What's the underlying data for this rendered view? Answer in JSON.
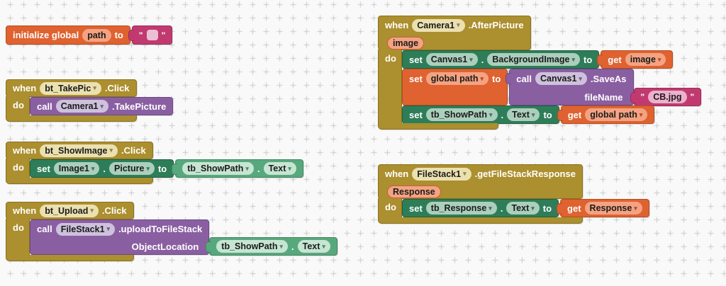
{
  "workspace": {
    "background": "#f9f9f9",
    "grid_mark_color": "#c9c9c9"
  },
  "keywords": {
    "when": "when",
    "do": "do",
    "set": "set",
    "call": "call",
    "get": "get",
    "to": "to",
    "dot": ".",
    "quote": "\""
  },
  "icons": {
    "dropdown": "▾"
  },
  "colors": {
    "event_gold": "#AC8F2E",
    "variable_orange": "#DF6230",
    "setter_green": "#2E7D59",
    "getter_green": "#58A87E",
    "method_purple": "#8A5FA2",
    "text_magenta": "#C13A6F"
  },
  "blocks": {
    "init_global": {
      "label": "initialize global",
      "var_name": "path",
      "value": ""
    },
    "take_pic": {
      "component": "bt_TakePic",
      "event": ".Click",
      "call_component": "Camera1",
      "method": ".TakePicture"
    },
    "show_image": {
      "component": "bt_ShowImage",
      "event": ".Click",
      "set_component": "Image1",
      "set_prop": "Picture",
      "src_component": "tb_ShowPath",
      "src_prop": "Text"
    },
    "upload": {
      "component": "bt_Upload",
      "event": ".Click",
      "call_component": "FileStack1",
      "method": ".uploadToFileStack",
      "arg_label": "ObjectLocation",
      "src_component": "tb_ShowPath",
      "src_prop": "Text"
    },
    "after_picture": {
      "component": "Camera1",
      "event": ".AfterPicture",
      "param": "image",
      "row1": {
        "set_component": "Canvas1",
        "set_prop": "BackgroundImage",
        "get_var": "image"
      },
      "row2": {
        "set_var": "global path",
        "call_component": "Canvas1",
        "method": ".SaveAs",
        "arg_label": "fileName",
        "arg_value": "CB.jpg"
      },
      "row3": {
        "set_component": "tb_ShowPath",
        "set_prop": "Text",
        "get_var": "global path"
      }
    },
    "filestack": {
      "component": "FileStack1",
      "event": ".getFileStackResponse",
      "param": "Response",
      "set_component": "tb_Response",
      "set_prop": "Text",
      "get_var": "Response"
    }
  }
}
